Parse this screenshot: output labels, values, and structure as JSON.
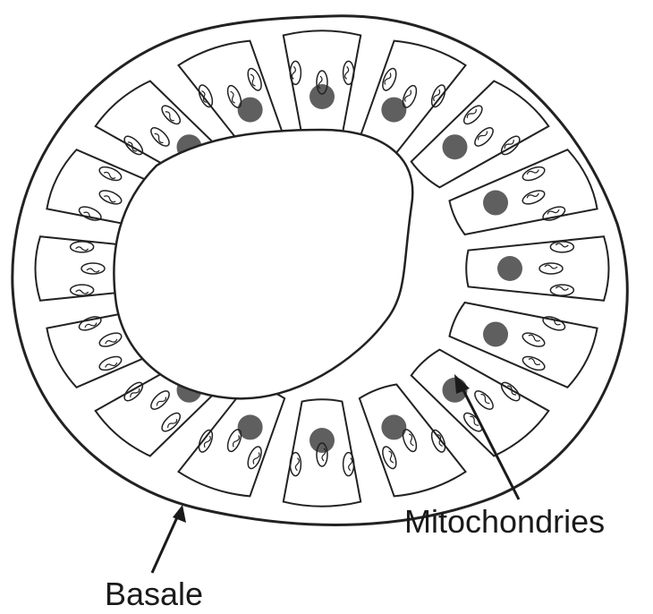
{
  "labels": {
    "mitochondria": "Mitochondries",
    "basal": "Basale"
  },
  "colors": {
    "line": "#222222",
    "nucleus": "#5f5f5f",
    "background": "#ffffff"
  },
  "cell_count": 16
}
